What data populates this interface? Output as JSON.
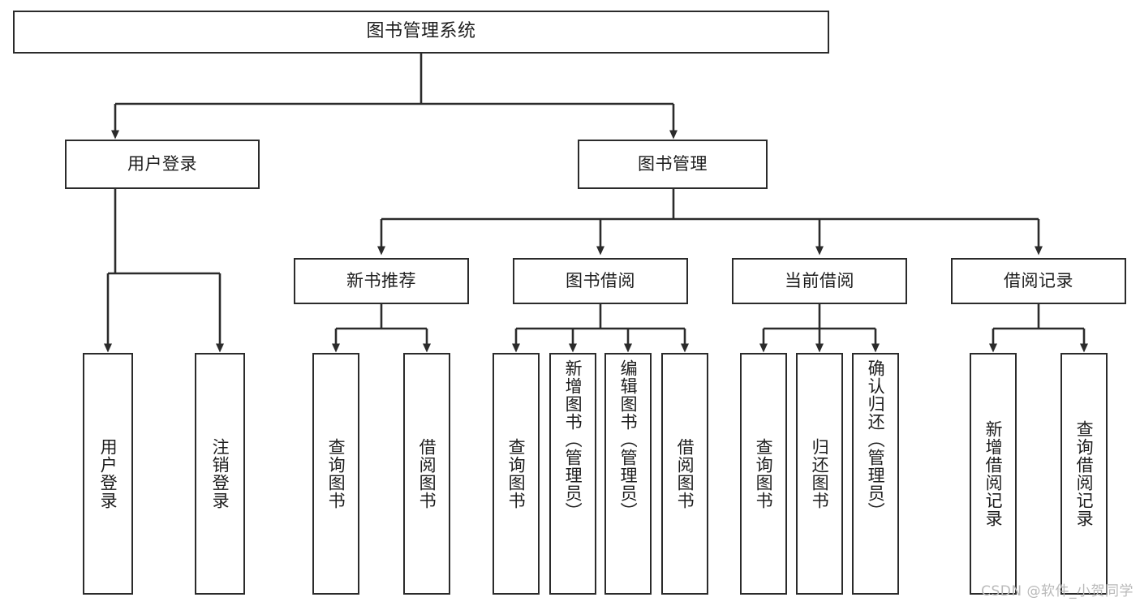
{
  "diagram": {
    "title": "图书管理系统",
    "type": "tree-hierarchy",
    "stroke_color": "#2b2b2b",
    "fill_color": "#ffffff",
    "text_color": "#1d1d1d",
    "watermark": "CSDN @软件_小贺同学"
  },
  "nodes": {
    "root": {
      "label": "图书管理系统"
    },
    "level2": [
      {
        "id": "user-login",
        "label": "用户登录"
      },
      {
        "id": "book-manage",
        "label": "图书管理"
      }
    ],
    "level3": [
      {
        "id": "new-book-recommend",
        "label": "新书推荐"
      },
      {
        "id": "book-borrow",
        "label": "图书借阅"
      },
      {
        "id": "current-borrow",
        "label": "当前借阅"
      },
      {
        "id": "borrow-record",
        "label": "借阅记录"
      }
    ],
    "leaves": {
      "user_login": [
        {
          "id": "leaf-user-login",
          "label": "用户登录"
        },
        {
          "id": "leaf-logout-login",
          "label": "注销登录"
        }
      ],
      "new_book_recommend": [
        {
          "id": "leaf-query-book-1",
          "label": "查询图书"
        },
        {
          "id": "leaf-borrow-book-1",
          "label": "借阅图书"
        }
      ],
      "book_borrow": [
        {
          "id": "leaf-query-book-2",
          "label": "查询图书"
        },
        {
          "id": "leaf-add-book",
          "label": "新增图书（管理员）"
        },
        {
          "id": "leaf-edit-book",
          "label": "编辑图书（管理员）"
        },
        {
          "id": "leaf-borrow-book-2",
          "label": "借阅图书"
        }
      ],
      "current_borrow": [
        {
          "id": "leaf-query-book-3",
          "label": "查询图书"
        },
        {
          "id": "leaf-return-book",
          "label": "归还图书"
        },
        {
          "id": "leaf-confirm-return",
          "label": "确认归还（管理员）"
        }
      ],
      "borrow_record": [
        {
          "id": "leaf-add-record",
          "label": "新增借阅记录"
        },
        {
          "id": "leaf-query-record",
          "label": "查询借阅记录"
        }
      ]
    }
  }
}
